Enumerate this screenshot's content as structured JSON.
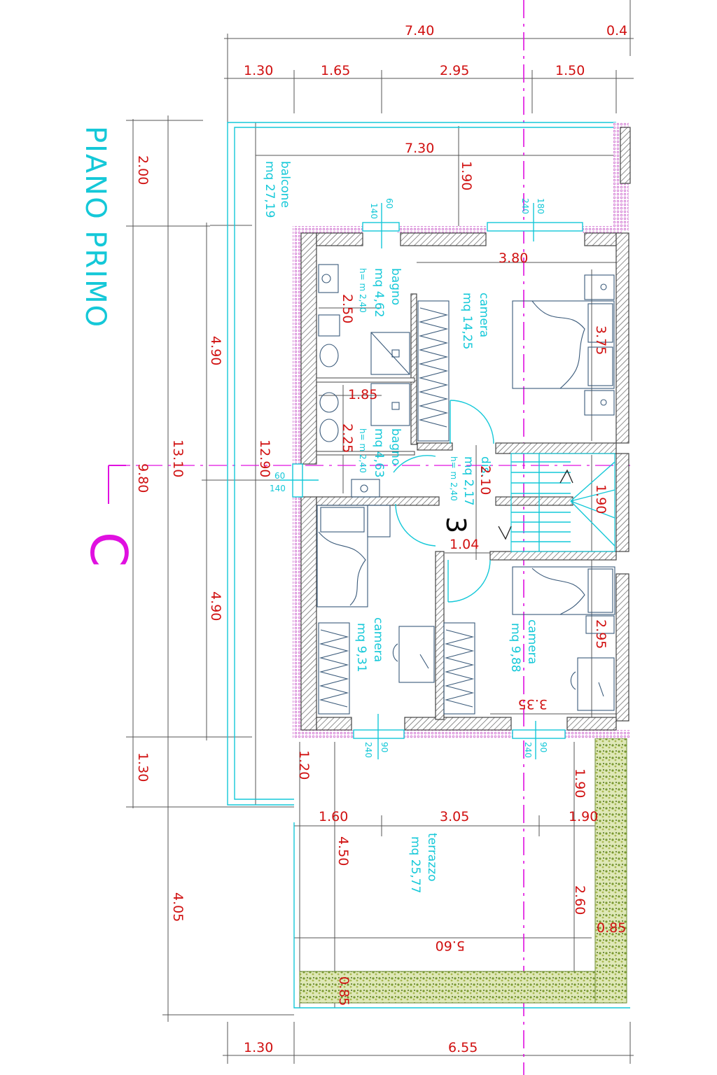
{
  "title": "PIANO PRIMO",
  "section_marker": "C",
  "stair_number": "3",
  "rooms": {
    "balcone": {
      "name": "balcone",
      "area": "mq 27,19"
    },
    "bagno1": {
      "name": "bagno",
      "area": "mq 4,62",
      "height": "h= m 2,40"
    },
    "bagno2": {
      "name": "bagno",
      "area": "mq 4,63",
      "height": "h= m 2,40"
    },
    "camera1": {
      "name": "camera",
      "area": "mq 14,25"
    },
    "camera2": {
      "name": "camera",
      "area": "mq 9,31"
    },
    "camera3": {
      "name": "camera",
      "area": "mq 9,88"
    },
    "dis": {
      "name": "dis.",
      "area": "mq 2,17",
      "height": "h= m 2,40"
    },
    "terrazzo": {
      "name": "terrazzo",
      "area": "mq 25,77"
    }
  },
  "openings": {
    "w_top1": {
      "width": "60",
      "height": "140"
    },
    "w_top2": {
      "width": "180",
      "height": "240"
    },
    "w_left": {
      "width": "60",
      "height": "140"
    },
    "w_bot1": {
      "width": "90",
      "height": "240"
    },
    "w_bot2": {
      "width": "90",
      "height": "240"
    }
  },
  "dimensions": {
    "top_total": "7.40",
    "top_extra": "0.4",
    "top_1": "1.30",
    "top_2": "1.65",
    "top_3": "2.95",
    "top_4": "1.50",
    "balcone_width": "7.30",
    "balcone_depth": "1.90",
    "left_1": "2.00",
    "left_2": "4.90",
    "left_3": "4.90",
    "left_4": "1.30",
    "left_total": "13.10",
    "left_sub": "9.80",
    "left_inner": "12.90",
    "left_bottom": "4.05",
    "cam1_w": "3.80",
    "cam1_d": "3.75",
    "bagno1_d": "2.50",
    "bagno2_w": "1.85",
    "bagno2_d": "2.25",
    "dis_w": "2.10",
    "dis_d": "1.04",
    "stair_d": "1.90",
    "cam3_d": "2.95",
    "cam3_w": "3.35",
    "terr_a": "1.20",
    "terr_b": "1.60",
    "terr_c": "3.05",
    "terr_d": "1.90",
    "terr_e": "1.90",
    "terr_depth": "4.50",
    "terr_f": "2.60",
    "terr_g": "0.85",
    "terr_width": "5.60",
    "terr_h": "0.85",
    "bottom_1": "1.30",
    "bottom_2": "6.55"
  },
  "colors": {
    "dimension": "#d01010",
    "room_label": "#14c8d8",
    "section": "#e010e0",
    "wall_edge": "#e060e0"
  }
}
